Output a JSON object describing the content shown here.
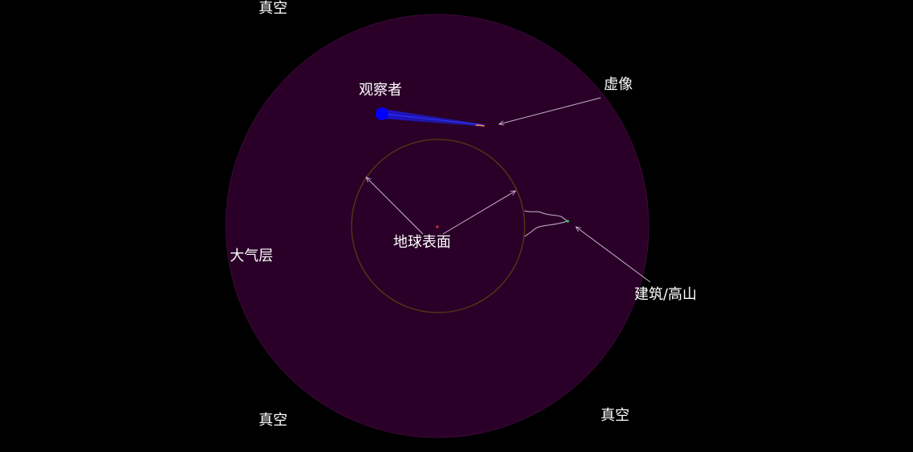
{
  "labels": {
    "vacuum_top": "真空",
    "vacuum_bottom_left": "真空",
    "vacuum_bottom_right": "真空",
    "atmosphere": "大气层",
    "observer": "观察者",
    "virtual_image": "虚像",
    "earth_surface": "地球表面",
    "building": "建筑/高山"
  },
  "colors": {
    "background": "#000000",
    "atmosphere_fill": "#2a0028",
    "earth_outline": "#5a3a10",
    "observer": "#0000ff",
    "light_ray": "#1a1a9a",
    "arrow": "#c8b4d2",
    "label": "#ffffff",
    "building_marker": "#22cc44",
    "center_marker": "#ff3333",
    "image_marker": "#ff8844"
  },
  "icons": {
    "observer": "observer-dot",
    "arrows": "pointer-arrow"
  }
}
